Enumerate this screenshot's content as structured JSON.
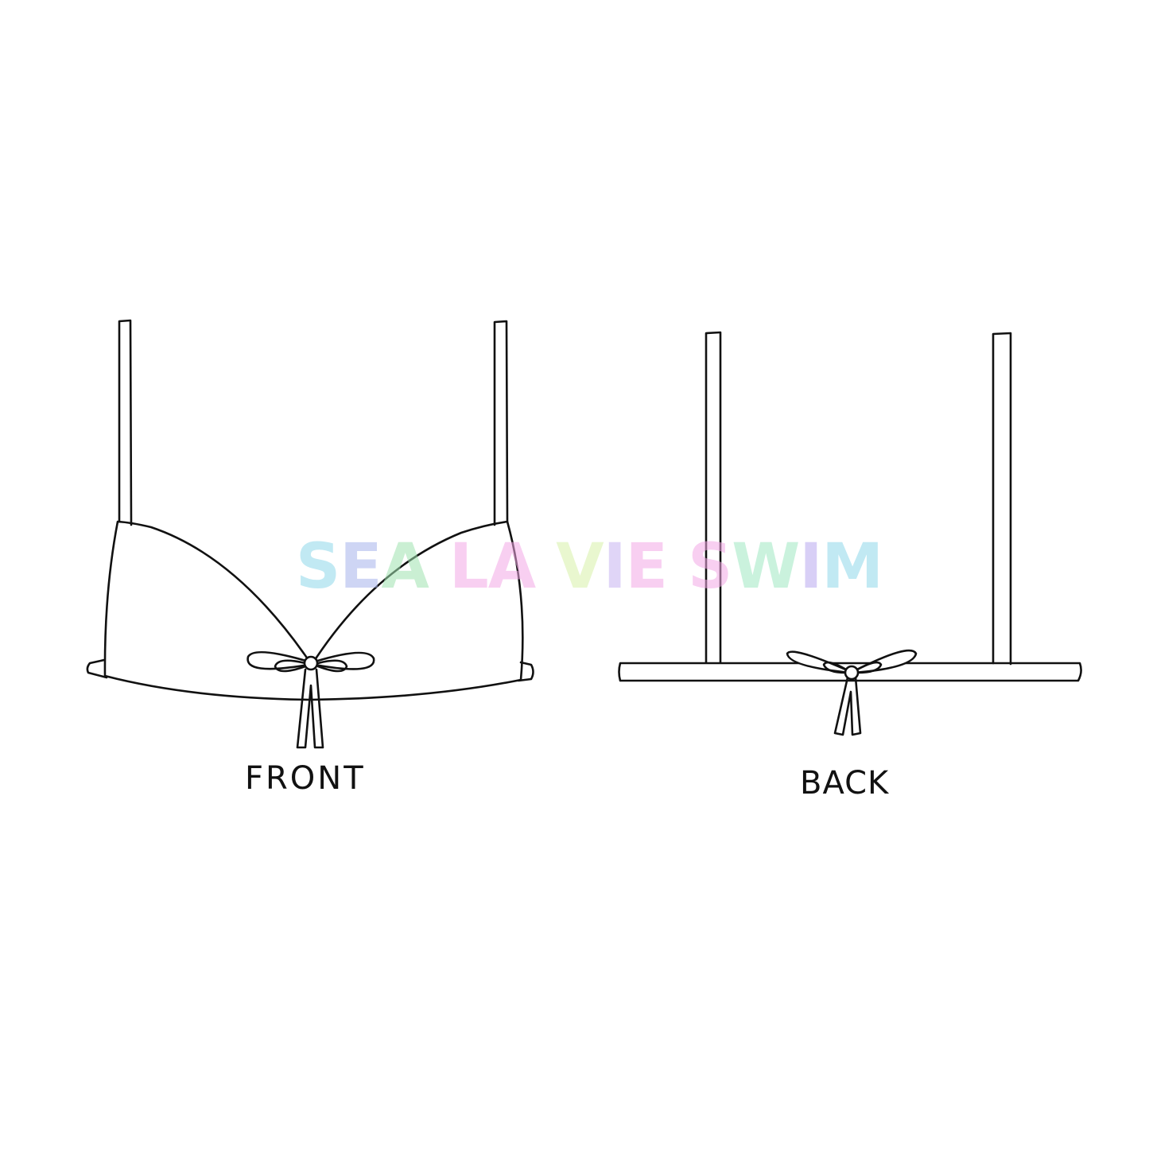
{
  "views": {
    "front_label": "FRONT",
    "back_label": "BACK"
  },
  "watermark": {
    "text": "SEA LA VIE SWIM",
    "colors": [
      "#8fd8ea",
      "#a7b4ec",
      "#9fe3b0",
      "#f3a9e6",
      "#f3a9e6",
      "#d8f2a8",
      "#c8b4f2",
      "#f3a9e6",
      "#f3a9e6",
      "#9fe8c2",
      "#b9a8f0",
      "#8fd8ea"
    ]
  },
  "colors": {
    "ink": "#111111",
    "background": "#ffffff"
  }
}
